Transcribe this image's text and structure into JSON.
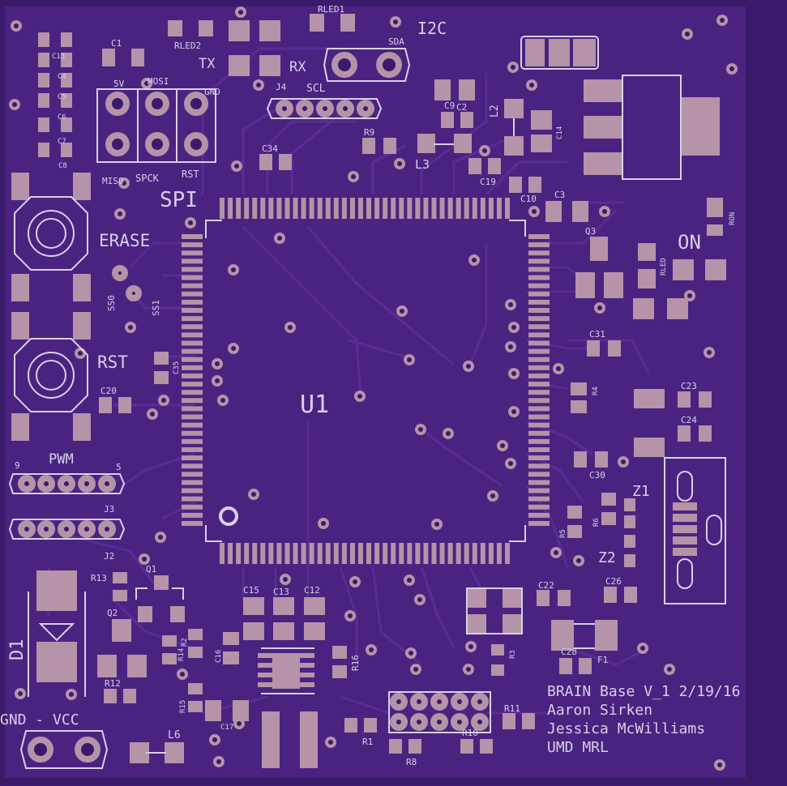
{
  "colors": {
    "board": "#4a2380",
    "board_edge": "#3a1a6a",
    "trace": "#54298f",
    "trace_dark": "#3e1c6c",
    "pad": "#b593a9",
    "silk": "#d9cfe8",
    "via_ring": "#b593a9",
    "via_hole": "#3a1a6a"
  },
  "labels": {
    "i2c": "I2C",
    "sda": "SDA",
    "scl": "SCL",
    "j4": "J4",
    "rled1": "RLED1",
    "rled2": "RLED2",
    "tx": "TX",
    "rx": "RX",
    "c1": "C1",
    "c13": "C13",
    "c4": "C4",
    "c5": "C5",
    "c6": "C6",
    "c7": "C7",
    "c8": "C8",
    "v5": "5V",
    "mosi": "MOSI",
    "gnd": "GND",
    "miso": "MISO",
    "spck": "SPCK",
    "rst_hdr": "RST",
    "spi": "SPI",
    "erase": "ERASE",
    "rst": "RST",
    "ss0": "SS0",
    "ss1": "SS1",
    "c35": "C35",
    "c20": "C20",
    "pwm": "PWM",
    "pwm_9": "9",
    "pwm_5": "5",
    "j3": "J3",
    "j2": "J2",
    "d1": "D1",
    "gnd_vcc": "GND - VCC",
    "r13": "R13",
    "q1": "Q1",
    "q2": "Q2",
    "r12": "R12",
    "r14": "R14",
    "r2": "R2",
    "c16": "C16",
    "r15": "R15",
    "l6": "L6",
    "c17": "C17",
    "c15": "C15",
    "c12": "C12",
    "r16": "R16",
    "r1": "R1",
    "r8": "R8",
    "r10": "R10",
    "r11": "R11",
    "r3": "R3",
    "u1": "U1",
    "c34": "C34",
    "r9": "R9",
    "l3": "L3",
    "c9": "C9",
    "c2": "C2",
    "l2": "L2",
    "c14": "C14",
    "c19": "C19",
    "c10": "C10",
    "c3": "C3",
    "q3": "Q3",
    "rled": "RLED",
    "on": "ON",
    "ron": "RON",
    "c31": "C31",
    "r4": "R4",
    "c23": "C23",
    "c24": "C24",
    "c30": "C30",
    "z1": "Z1",
    "z2": "Z2",
    "r5": "R5",
    "r6": "R6",
    "c22": "C22",
    "c26": "C26",
    "c28": "C28",
    "f1": "F1"
  },
  "credits": {
    "line1": "BRAIN Base V_1 2/19/16",
    "line2": "Aaron Sirken",
    "line3": "Jessica McWilliams",
    "line4": "UMD MRL"
  }
}
